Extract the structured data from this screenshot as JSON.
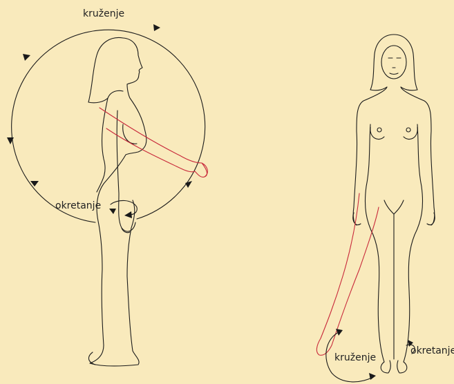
{
  "labels": {
    "arm_circumduction": "kruženje",
    "arm_rotation": "okretanje",
    "leg_circumduction": "kruženje",
    "leg_rotation": "okretanje"
  },
  "colors": {
    "background": "#f9eabc",
    "outline": "#1a1a1a",
    "moved_limb": "#c8283a"
  }
}
